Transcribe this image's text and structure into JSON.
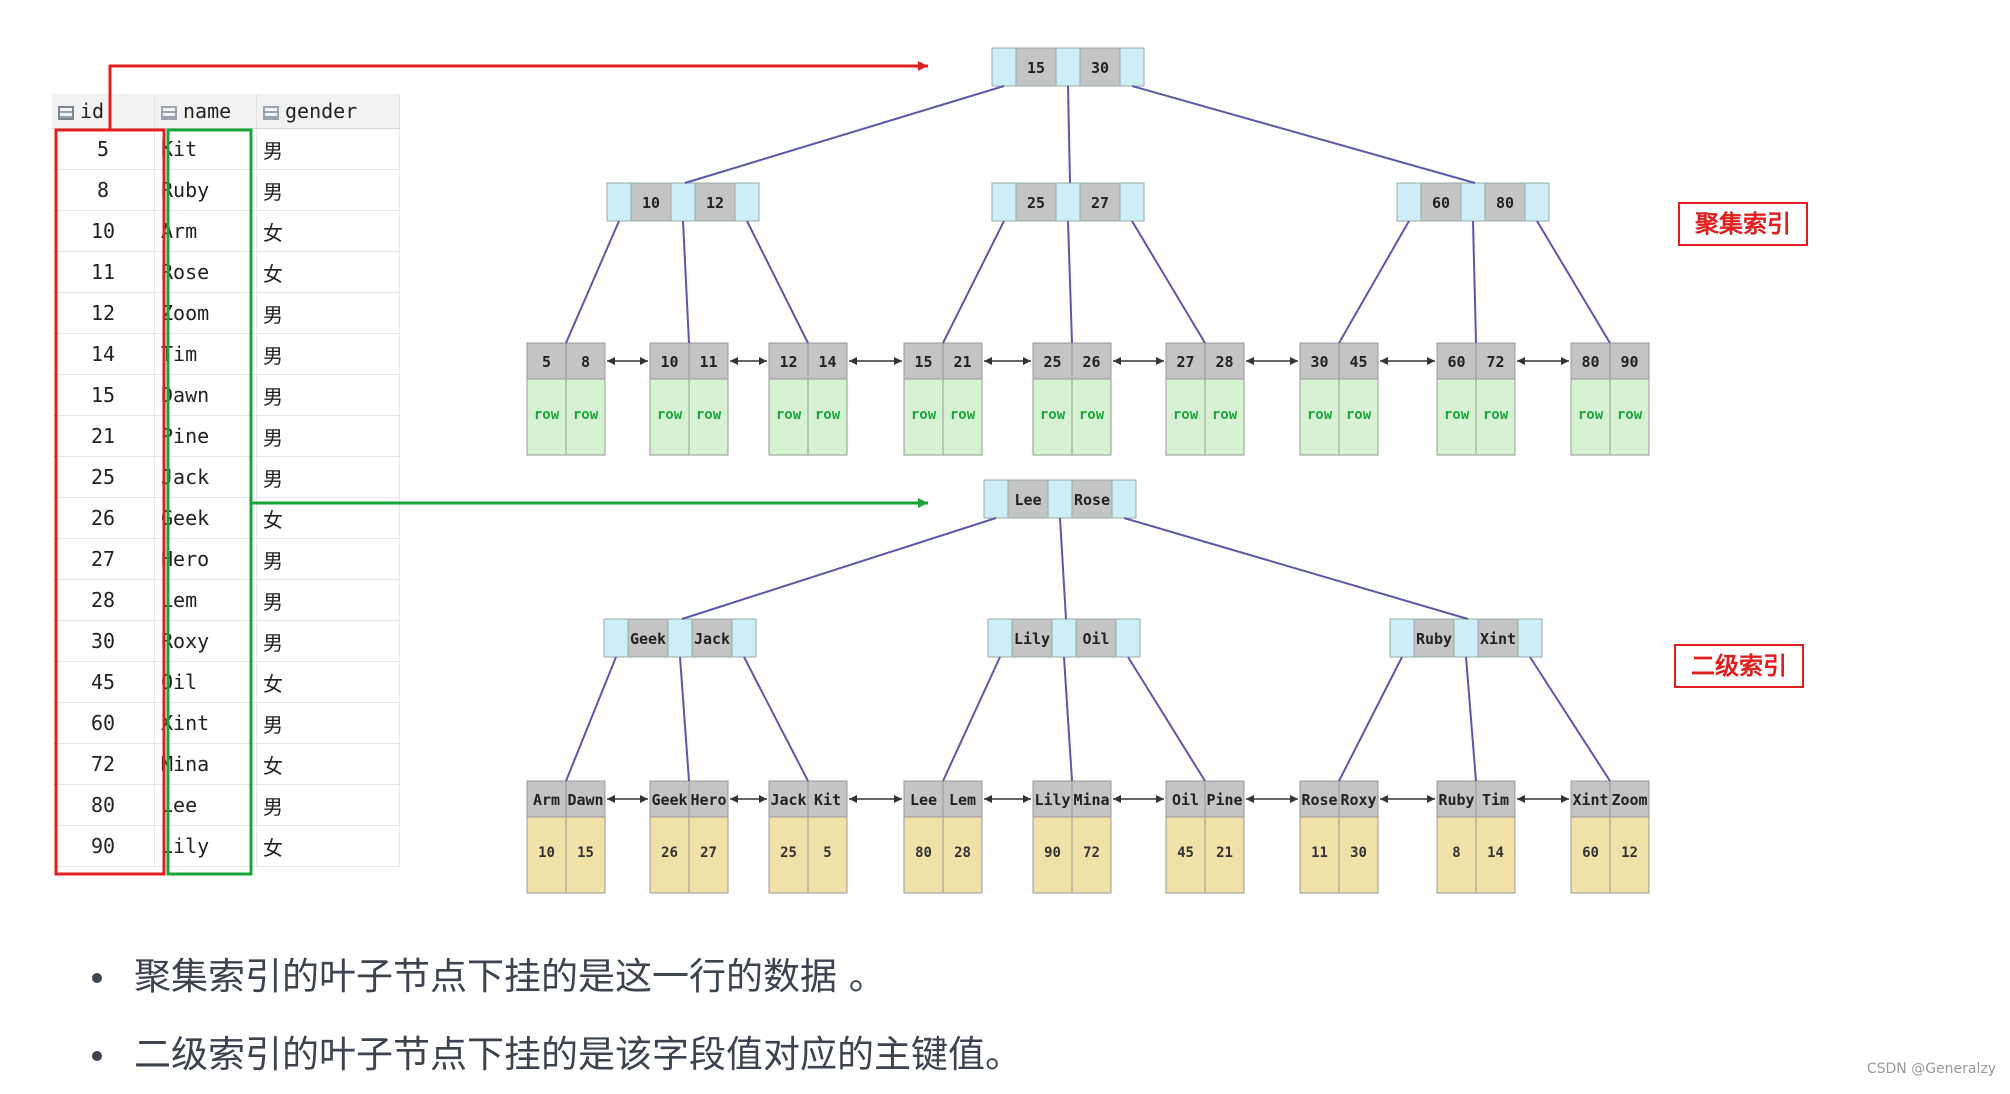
{
  "table": {
    "headers": {
      "id": "id",
      "name": "name",
      "gender": "gender"
    },
    "rows": [
      {
        "id": "5",
        "name": "Kit",
        "gender": "男"
      },
      {
        "id": "8",
        "name": "Ruby",
        "gender": "男"
      },
      {
        "id": "10",
        "name": "Arm",
        "gender": "女"
      },
      {
        "id": "11",
        "name": "Rose",
        "gender": "女"
      },
      {
        "id": "12",
        "name": "Zoom",
        "gender": "男"
      },
      {
        "id": "14",
        "name": "Tim",
        "gender": "男"
      },
      {
        "id": "15",
        "name": "Dawn",
        "gender": "男"
      },
      {
        "id": "21",
        "name": "Pine",
        "gender": "男"
      },
      {
        "id": "25",
        "name": "Jack",
        "gender": "男"
      },
      {
        "id": "26",
        "name": "Geek",
        "gender": "女"
      },
      {
        "id": "27",
        "name": "Hero",
        "gender": "男"
      },
      {
        "id": "28",
        "name": "Lem",
        "gender": "男"
      },
      {
        "id": "30",
        "name": "Roxy",
        "gender": "男"
      },
      {
        "id": "45",
        "name": "Oil",
        "gender": "女"
      },
      {
        "id": "60",
        "name": "Xint",
        "gender": "男"
      },
      {
        "id": "72",
        "name": "Mina",
        "gender": "女"
      },
      {
        "id": "80",
        "name": "Lee",
        "gender": "男"
      },
      {
        "id": "90",
        "name": "Lily",
        "gender": "女"
      }
    ]
  },
  "clustered": {
    "label": "聚集索引",
    "root": [
      "15",
      "30"
    ],
    "level2": [
      [
        "10",
        "12"
      ],
      [
        "25",
        "27"
      ],
      [
        "60",
        "80"
      ]
    ],
    "leaves": [
      {
        "keys": [
          "5",
          "8"
        ],
        "data": [
          "row",
          "row"
        ]
      },
      {
        "keys": [
          "10",
          "11"
        ],
        "data": [
          "row",
          "row"
        ]
      },
      {
        "keys": [
          "12",
          "14"
        ],
        "data": [
          "row",
          "row"
        ]
      },
      {
        "keys": [
          "15",
          "21"
        ],
        "data": [
          "row",
          "row"
        ]
      },
      {
        "keys": [
          "25",
          "26"
        ],
        "data": [
          "row",
          "row"
        ]
      },
      {
        "keys": [
          "27",
          "28"
        ],
        "data": [
          "row",
          "row"
        ]
      },
      {
        "keys": [
          "30",
          "45"
        ],
        "data": [
          "row",
          "row"
        ]
      },
      {
        "keys": [
          "60",
          "72"
        ],
        "data": [
          "row",
          "row"
        ]
      },
      {
        "keys": [
          "80",
          "90"
        ],
        "data": [
          "row",
          "row"
        ]
      }
    ]
  },
  "secondary": {
    "label": "二级索引",
    "root": [
      "Lee",
      "Rose"
    ],
    "level2": [
      [
        "Geek",
        "Jack"
      ],
      [
        "Lily",
        "Oil"
      ],
      [
        "Ruby",
        "Xint"
      ]
    ],
    "leaves": [
      {
        "keys": [
          "Arm",
          "Dawn"
        ],
        "data": [
          "10",
          "15"
        ]
      },
      {
        "keys": [
          "Geek",
          "Hero"
        ],
        "data": [
          "26",
          "27"
        ]
      },
      {
        "keys": [
          "Jack",
          "Kit"
        ],
        "data": [
          "25",
          "5"
        ]
      },
      {
        "keys": [
          "Lee",
          "Lem"
        ],
        "data": [
          "80",
          "28"
        ]
      },
      {
        "keys": [
          "Lily",
          "Mina"
        ],
        "data": [
          "90",
          "72"
        ]
      },
      {
        "keys": [
          "Oil",
          "Pine"
        ],
        "data": [
          "45",
          "21"
        ]
      },
      {
        "keys": [
          "Rose",
          "Roxy"
        ],
        "data": [
          "11",
          "30"
        ]
      },
      {
        "keys": [
          "Ruby",
          "Tim"
        ],
        "data": [
          "8",
          "14"
        ]
      },
      {
        "keys": [
          "Xint",
          "Zoom"
        ],
        "data": [
          "60",
          "12"
        ]
      }
    ]
  },
  "colors": {
    "id_frame": "#e02020",
    "name_frame": "#1aa53a",
    "node_key": "#c4c4c4",
    "node_pointer": "#cdeef5",
    "leaf_row": "#d7f2d3",
    "leaf_pk": "#efe1a8",
    "tree_line": "#5a5aa8"
  },
  "bullets": [
    "聚集索引的叶子节点下挂的是这一行的数据 。",
    "二级索引的叶子节点下挂的是该字段值对应的主键值。"
  ],
  "watermark": "CSDN @Generalzy"
}
